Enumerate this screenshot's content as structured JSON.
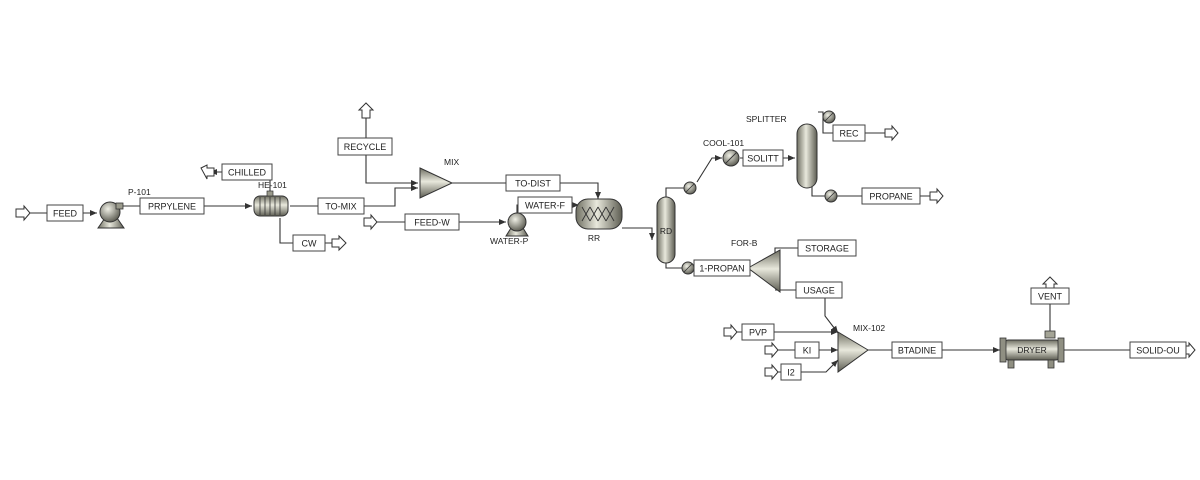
{
  "streams": {
    "feed": "FEED",
    "prpylene": "PRPYLENE",
    "chilled": "CHILLED",
    "to_mix": "TO-MIX",
    "cw": "CW",
    "recycle": "RECYCLE",
    "feed_w": "FEED-W",
    "water_f": "WATER-F",
    "to_dist": "TO-DIST",
    "solitt": "SOLITT",
    "rec": "REC",
    "propane": "PROPANE",
    "one_propan": "1-PROPAN",
    "storage": "STORAGE",
    "usage": "USAGE",
    "pvp": "PVP",
    "ki": "KI",
    "i2": "I2",
    "btadine": "BTADINE",
    "vent": "VENT",
    "solid_ou": "SOLID-OU"
  },
  "blocks": {
    "p101": "P-101",
    "he101": "HE-101",
    "mix": "MIX",
    "water_p": "WATER-P",
    "rr": "RR",
    "rd": "RD",
    "cool101": "COOL-101",
    "splitter": "SPLITTER",
    "for_b": "FOR-B",
    "mix102": "MIX-102",
    "dryer": "DRYER"
  }
}
